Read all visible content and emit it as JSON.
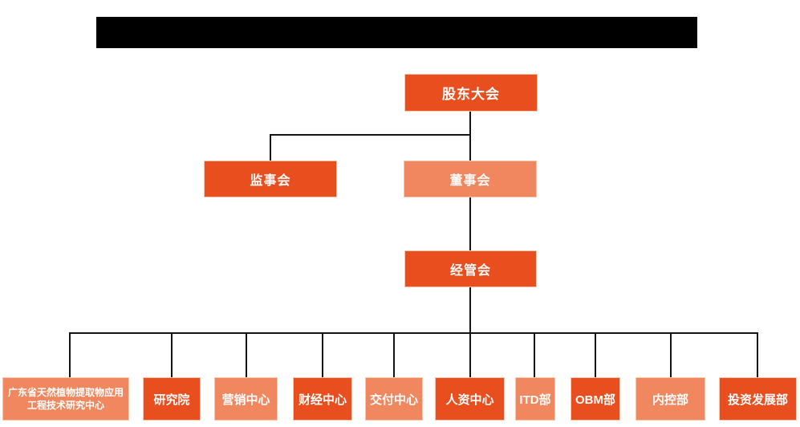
{
  "org_chart": {
    "root": {
      "label": "股东大会"
    },
    "branches": {
      "supervisory": {
        "label": "监事会"
      },
      "board": {
        "label": "董事会"
      }
    },
    "management": {
      "label": "经管会"
    },
    "departments": [
      {
        "label": "广东省天然植物提取物应用工程技术研究中心"
      },
      {
        "label": "研究院"
      },
      {
        "label": "营销中心"
      },
      {
        "label": "财经中心"
      },
      {
        "label": "交付中心"
      },
      {
        "label": "人资中心"
      },
      {
        "label": "ITD部"
      },
      {
        "label": "OBM部"
      },
      {
        "label": "内控部"
      },
      {
        "label": "投资发展部"
      }
    ],
    "colors": {
      "primary": "#E84E1E",
      "secondary": "#F0875F",
      "line": "#141414",
      "redaction": "#000000"
    }
  }
}
